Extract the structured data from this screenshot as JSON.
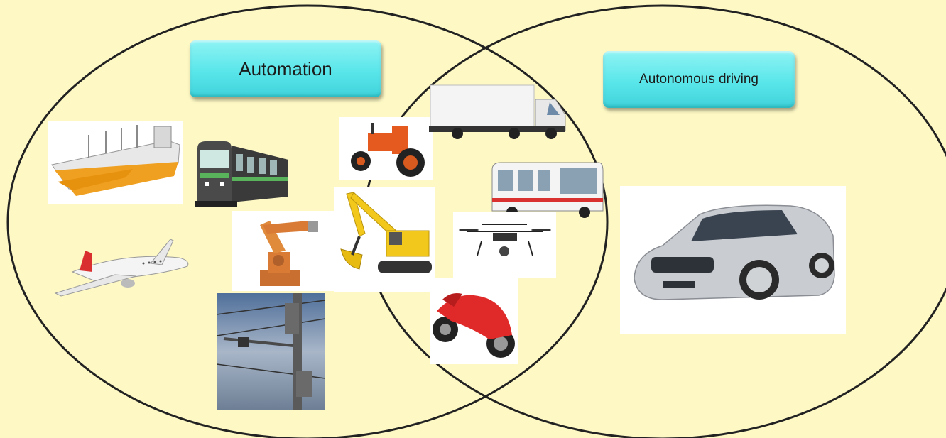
{
  "diagram": {
    "sets": [
      {
        "id": "automation",
        "label": "Automation"
      },
      {
        "id": "autonomous",
        "label": "Autonomous driving"
      }
    ],
    "images": [
      {
        "name": "cargo-ship-icon",
        "set": "automation"
      },
      {
        "name": "train-icon",
        "set": "automation"
      },
      {
        "name": "airplane-icon",
        "set": "automation"
      },
      {
        "name": "robot-arm-icon",
        "set": "automation"
      },
      {
        "name": "excavator-icon",
        "set": "both"
      },
      {
        "name": "tractor-icon",
        "set": "both"
      },
      {
        "name": "truck-icon",
        "set": "both"
      },
      {
        "name": "bus-icon",
        "set": "both"
      },
      {
        "name": "drone-icon",
        "set": "both"
      },
      {
        "name": "motorcycle-icon",
        "set": "both"
      },
      {
        "name": "traffic-signal-pole-icon",
        "set": "automation"
      },
      {
        "name": "car-icon",
        "set": "autonomous"
      }
    ]
  },
  "colors": {
    "background": "#fdf8c4",
    "circle_stroke": "#222222",
    "label_fill": "#59e6ea"
  }
}
